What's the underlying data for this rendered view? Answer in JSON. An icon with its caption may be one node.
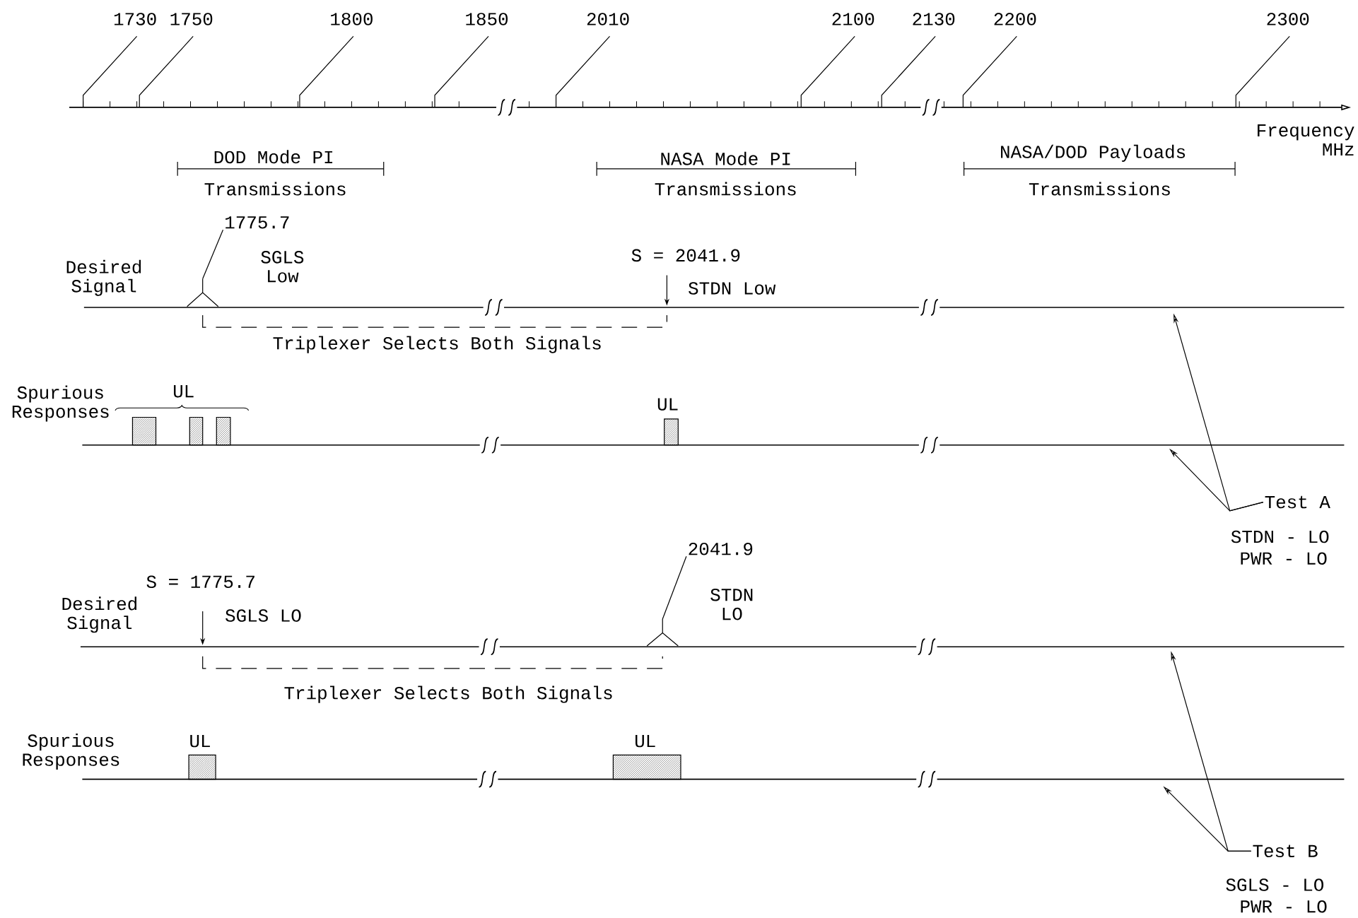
{
  "diagram": {
    "nodes": [
      {
        "text": [
          "1775.7"
        ]
      },
      {
        "text": [
          "2041.9"
        ]
      },
      {
        "text": [
          "Test A"
        ],
        "beside": [
          "STDN - LO",
          "PWR - LO"
        ]
      },
      {
        "text": [
          "Test B"
        ],
        "beside": [
          "SGLS - LO",
          "PWR - LO"
        ]
      }
    ],
    "edges": [
      {
        "from": 0,
        "to": null,
        "arrow": "none"
      },
      {
        "from": 1,
        "to": null,
        "arrow": "none"
      },
      {
        "from": 2,
        "to": null,
        "arrow": "to"
      },
      {
        "from": 2,
        "to": null,
        "arrow": "to"
      },
      {
        "from": 3,
        "to": null,
        "arrow": "to"
      },
      {
        "from": 3,
        "to": null,
        "arrow": "to"
      }
    ],
    "labels": [
      "1730",
      "1750",
      "1800",
      "1850",
      "2010",
      "2100",
      "2130",
      "2200",
      "2300",
      "Frequency MHz",
      "DOD Mode PI",
      "Transmissions",
      "NASA Mode PI",
      "Transmissions",
      "NASA/DOD Payloads",
      "Transmissions",
      "Desired Signal",
      "SGLS Low",
      "S = 2041.9",
      "STDN Low",
      "Triplexer Selects Both Signals",
      "Spurious Responses",
      "UL",
      "UL",
      "S = 1775.7",
      "Desired Signal",
      "SGLS LO",
      "STDN LO",
      "Triplexer Selects Both Signals",
      "Spurious Responses",
      "UL",
      "UL"
    ]
  }
}
